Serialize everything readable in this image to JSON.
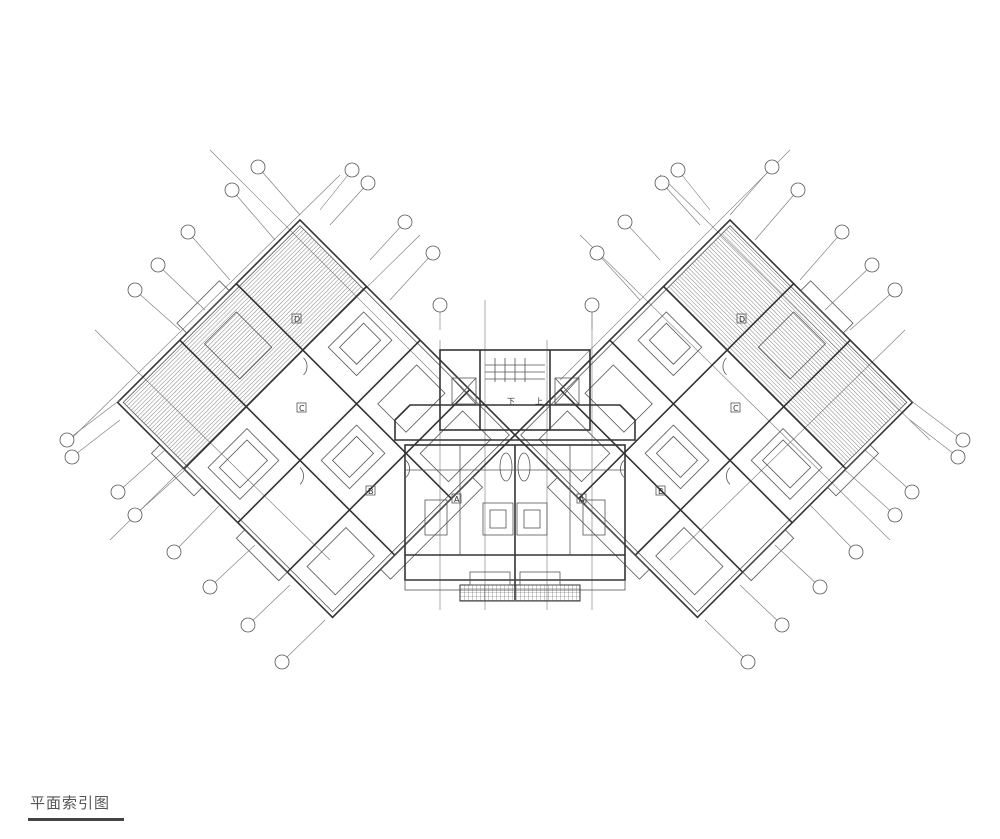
{
  "drawing": {
    "title": "平面索引图",
    "unit_markers": [
      "A",
      "A",
      "B",
      "B",
      "C",
      "C",
      "D",
      "D"
    ],
    "core_labels": {
      "up": "上",
      "down": "下"
    }
  }
}
